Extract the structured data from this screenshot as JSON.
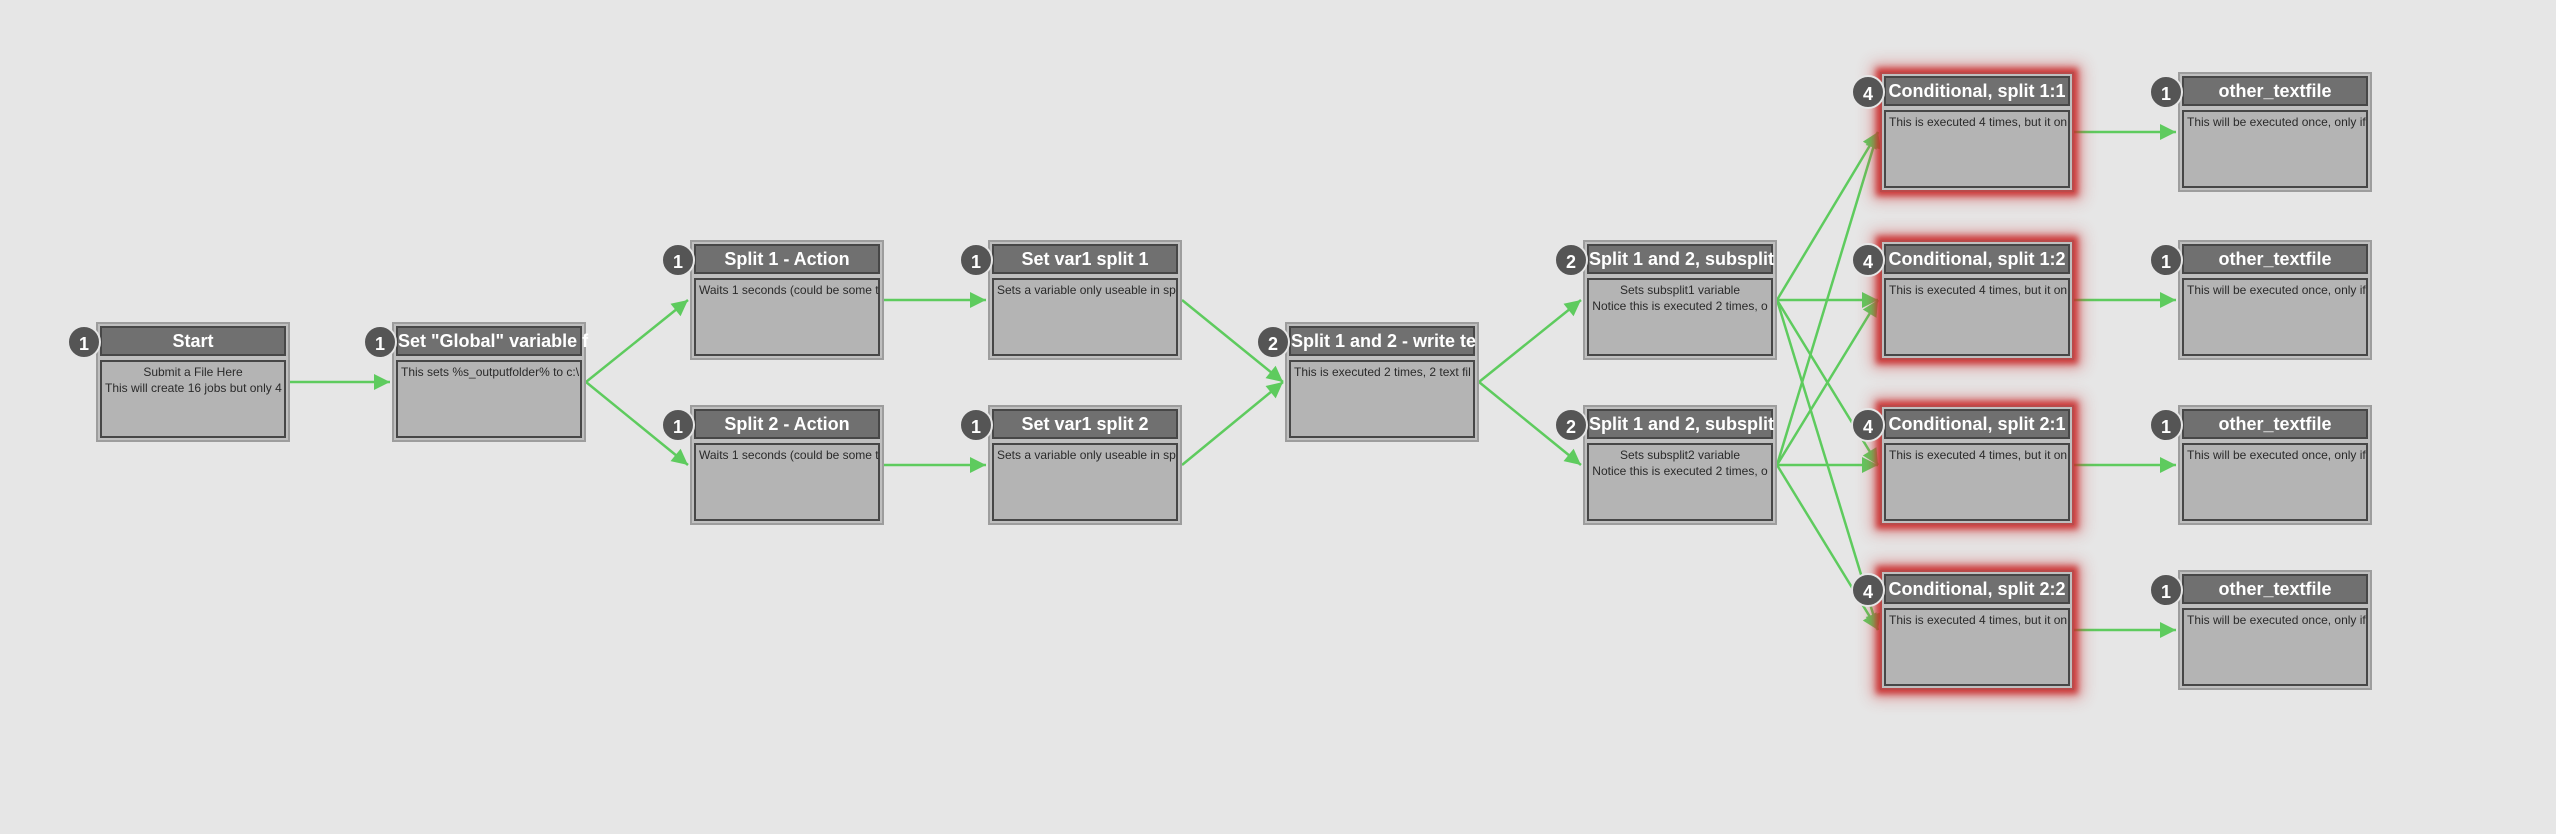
{
  "colors": {
    "background": "#e6e6e6",
    "link": "#5ecb5e",
    "highlight_glow": "#c82828",
    "title_bar": "#707070",
    "badge": "#555555"
  },
  "nodes": [
    {
      "id": "start",
      "title": "Start",
      "count": "1",
      "body": "Submit a File Here\nThis will create 16 jobs but only 4",
      "center": true,
      "highlight": false
    },
    {
      "id": "global",
      "title": "Set \"Global\" variable f",
      "count": "1",
      "body": "This sets %s_outputfolder% to c:\\",
      "center": false,
      "highlight": false
    },
    {
      "id": "split1action",
      "title": "Split 1 - Action",
      "count": "1",
      "body": "Waits 1 seconds (could be some t",
      "center": false,
      "highlight": false
    },
    {
      "id": "split2action",
      "title": "Split 2 - Action",
      "count": "1",
      "body": "Waits 1 seconds (could be some t",
      "center": false,
      "highlight": false
    },
    {
      "id": "setvar1",
      "title": "Set var1 split 1",
      "count": "1",
      "body": "Sets a variable only useable in sp",
      "center": false,
      "highlight": false
    },
    {
      "id": "setvar2",
      "title": "Set var1 split 2",
      "count": "1",
      "body": "Sets a variable only useable in sp",
      "center": false,
      "highlight": false
    },
    {
      "id": "write",
      "title": "Split 1 and 2 - write te",
      "count": "2",
      "body": "This is executed 2 times, 2 text fil",
      "center": false,
      "highlight": false
    },
    {
      "id": "subsplit1",
      "title": "Split 1 and 2, subsplit",
      "count": "2",
      "body": "Sets subsplit1 variable\nNotice this is executed 2 times, o",
      "center": true,
      "highlight": false
    },
    {
      "id": "subsplit2",
      "title": "Split 1 and 2, subsplit",
      "count": "2",
      "body": "Sets subsplit2 variable\nNotice this is executed 2 times, o",
      "center": true,
      "highlight": false
    },
    {
      "id": "cond11",
      "title": "Conditional, split 1:1",
      "count": "4",
      "body": "This is executed 4 times, but it on",
      "center": false,
      "highlight": true
    },
    {
      "id": "cond12",
      "title": "Conditional, split 1:2",
      "count": "4",
      "body": "This is executed 4 times, but it on",
      "center": false,
      "highlight": true
    },
    {
      "id": "cond21",
      "title": "Conditional, split 2:1",
      "count": "4",
      "body": "This is executed 4 times, but it on",
      "center": false,
      "highlight": true
    },
    {
      "id": "cond22",
      "title": "Conditional, split 2:2",
      "count": "4",
      "body": "This is executed 4 times, but it on",
      "center": false,
      "highlight": true
    },
    {
      "id": "other1",
      "title": "other_textfile",
      "count": "1",
      "body": "This will be executed once, only if",
      "center": false,
      "highlight": false
    },
    {
      "id": "other2",
      "title": "other_textfile",
      "count": "1",
      "body": "This will be executed once, only if",
      "center": false,
      "highlight": false
    },
    {
      "id": "other3",
      "title": "other_textfile",
      "count": "1",
      "body": "This will be executed once, only if",
      "center": false,
      "highlight": false
    },
    {
      "id": "other4",
      "title": "other_textfile",
      "count": "1",
      "body": "This will be executed once, only if",
      "center": false,
      "highlight": false
    }
  ],
  "links": [
    {
      "from": "start",
      "to": "global"
    },
    {
      "from": "global",
      "to": "split1action"
    },
    {
      "from": "global",
      "to": "split2action"
    },
    {
      "from": "split1action",
      "to": "setvar1"
    },
    {
      "from": "split2action",
      "to": "setvar2"
    },
    {
      "from": "setvar1",
      "to": "write"
    },
    {
      "from": "setvar2",
      "to": "write"
    },
    {
      "from": "write",
      "to": "subsplit1"
    },
    {
      "from": "write",
      "to": "subsplit2"
    },
    {
      "from": "subsplit1",
      "to": "cond11"
    },
    {
      "from": "subsplit1",
      "to": "cond12"
    },
    {
      "from": "subsplit1",
      "to": "cond21"
    },
    {
      "from": "subsplit1",
      "to": "cond22"
    },
    {
      "from": "subsplit2",
      "to": "cond11"
    },
    {
      "from": "subsplit2",
      "to": "cond12"
    },
    {
      "from": "subsplit2",
      "to": "cond21"
    },
    {
      "from": "subsplit2",
      "to": "cond22"
    },
    {
      "from": "cond11",
      "to": "other1"
    },
    {
      "from": "cond12",
      "to": "other2"
    },
    {
      "from": "cond21",
      "to": "other3"
    },
    {
      "from": "cond22",
      "to": "other4"
    }
  ]
}
